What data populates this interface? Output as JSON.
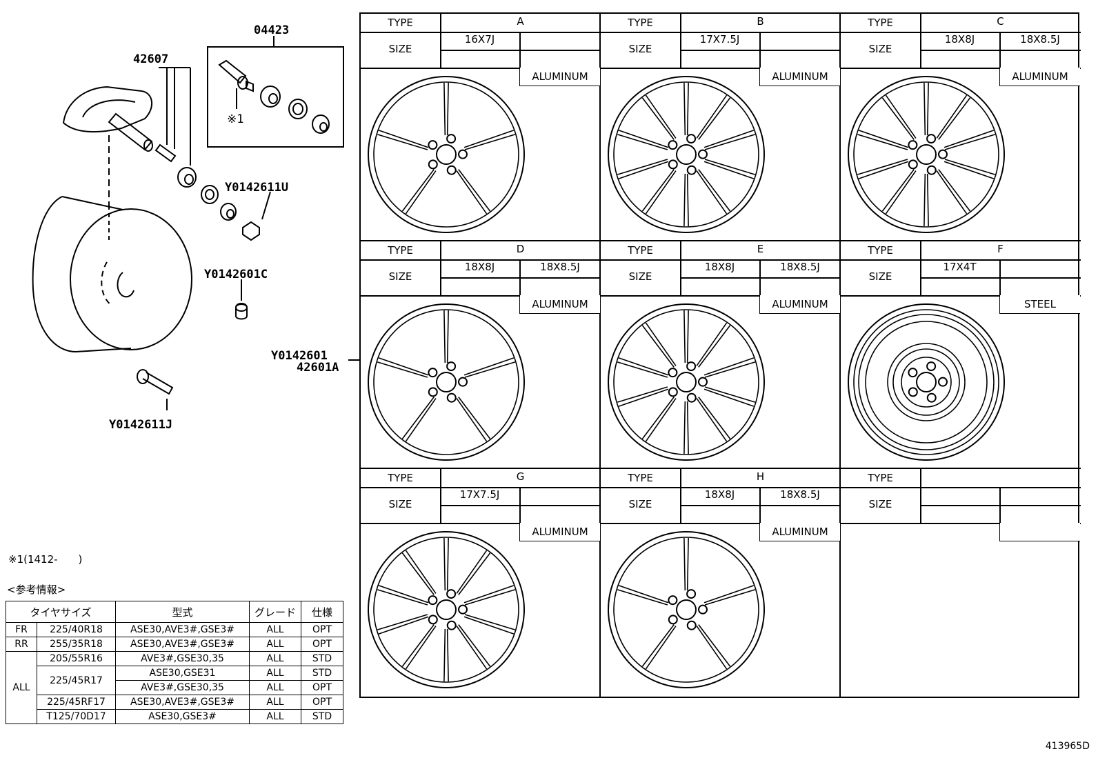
{
  "parts": {
    "p04423": "04423",
    "p42607": "42607",
    "y0142611u": "Y0142611U",
    "y0142601c": "Y0142601C",
    "y0142601": "Y0142601",
    "p42601a": "42601A",
    "y0142611j": "Y0142611J",
    "note1_mark": "※1"
  },
  "note": "※1(1412-　　)",
  "ref_title": "<参考情報>",
  "labels": {
    "type": "TYPE",
    "size": "SIZE"
  },
  "wheels": [
    {
      "type": "A",
      "size1": "16X7J",
      "size2": "",
      "material": "ALUMINUM"
    },
    {
      "type": "B",
      "size1": "17X7.5J",
      "size2": "",
      "material": "ALUMINUM"
    },
    {
      "type": "C",
      "size1": "18X8J",
      "size2": "18X8.5J",
      "material": "ALUMINUM"
    },
    {
      "type": "D",
      "size1": "18X8J",
      "size2": "18X8.5J",
      "material": "ALUMINUM"
    },
    {
      "type": "E",
      "size1": "18X8J",
      "size2": "18X8.5J",
      "material": "ALUMINUM"
    },
    {
      "type": "F",
      "size1": "17X4T",
      "size2": "",
      "material": "STEEL"
    },
    {
      "type": "G",
      "size1": "17X7.5J",
      "size2": "",
      "material": "ALUMINUM"
    },
    {
      "type": "H",
      "size1": "18X8J",
      "size2": "18X8.5J",
      "material": "ALUMINUM"
    },
    {
      "type": "",
      "size1": "",
      "size2": "",
      "material": ""
    }
  ],
  "ref_table": {
    "headers": [
      "タイヤサイズ",
      "型式",
      "グレード",
      "仕様"
    ],
    "rows": [
      {
        "pos": "FR",
        "size": "225/40R18",
        "model": "ASE30,AVE3#,GSE3#",
        "grade": "ALL",
        "spec": "OPT"
      },
      {
        "pos": "RR",
        "size": "255/35R18",
        "model": "ASE30,AVE3#,GSE3#",
        "grade": "ALL",
        "spec": "OPT"
      },
      {
        "pos": "ALL",
        "size": "205/55R16",
        "model": "AVE3#,GSE30,35",
        "grade": "ALL",
        "spec": "STD"
      },
      {
        "pos": "",
        "size": "225/45R17",
        "model": "ASE30,GSE31",
        "grade": "ALL",
        "spec": "STD"
      },
      {
        "pos": "",
        "size": "",
        "model": "AVE3#,GSE30,35",
        "grade": "ALL",
        "spec": "OPT"
      },
      {
        "pos": "",
        "size": "225/45RF17",
        "model": "ASE30,AVE3#,GSE3#",
        "grade": "ALL",
        "spec": "OPT"
      },
      {
        "pos": "",
        "size": "T125/70D17",
        "model": "ASE30,GSE3#",
        "grade": "ALL",
        "spec": "STD"
      }
    ]
  },
  "figure_id": "413965D"
}
